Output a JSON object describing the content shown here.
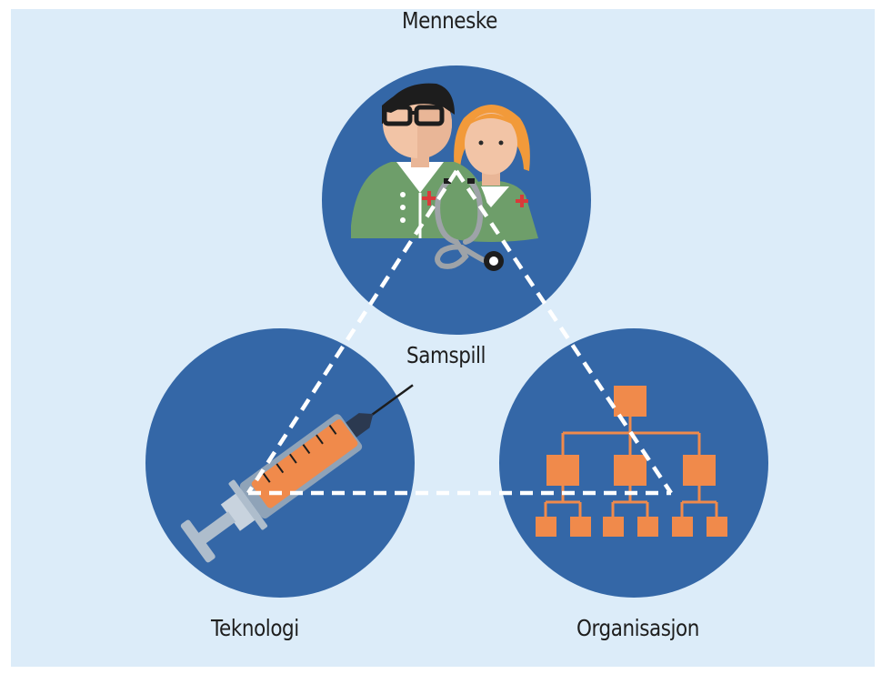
{
  "diagram": {
    "labels": {
      "top": "Menneske",
      "center": "Samspill",
      "left": "Teknologi",
      "right": "Organisasjon"
    },
    "colors": {
      "background": "#dcecf9",
      "circle": "#3467a7",
      "orange": "#f08a4b",
      "green": "#6e9e6a",
      "dashed_line": "#ffffff"
    },
    "icons": {
      "top": "health-workers-icon",
      "left": "syringe-icon",
      "right": "org-chart-icon"
    }
  }
}
